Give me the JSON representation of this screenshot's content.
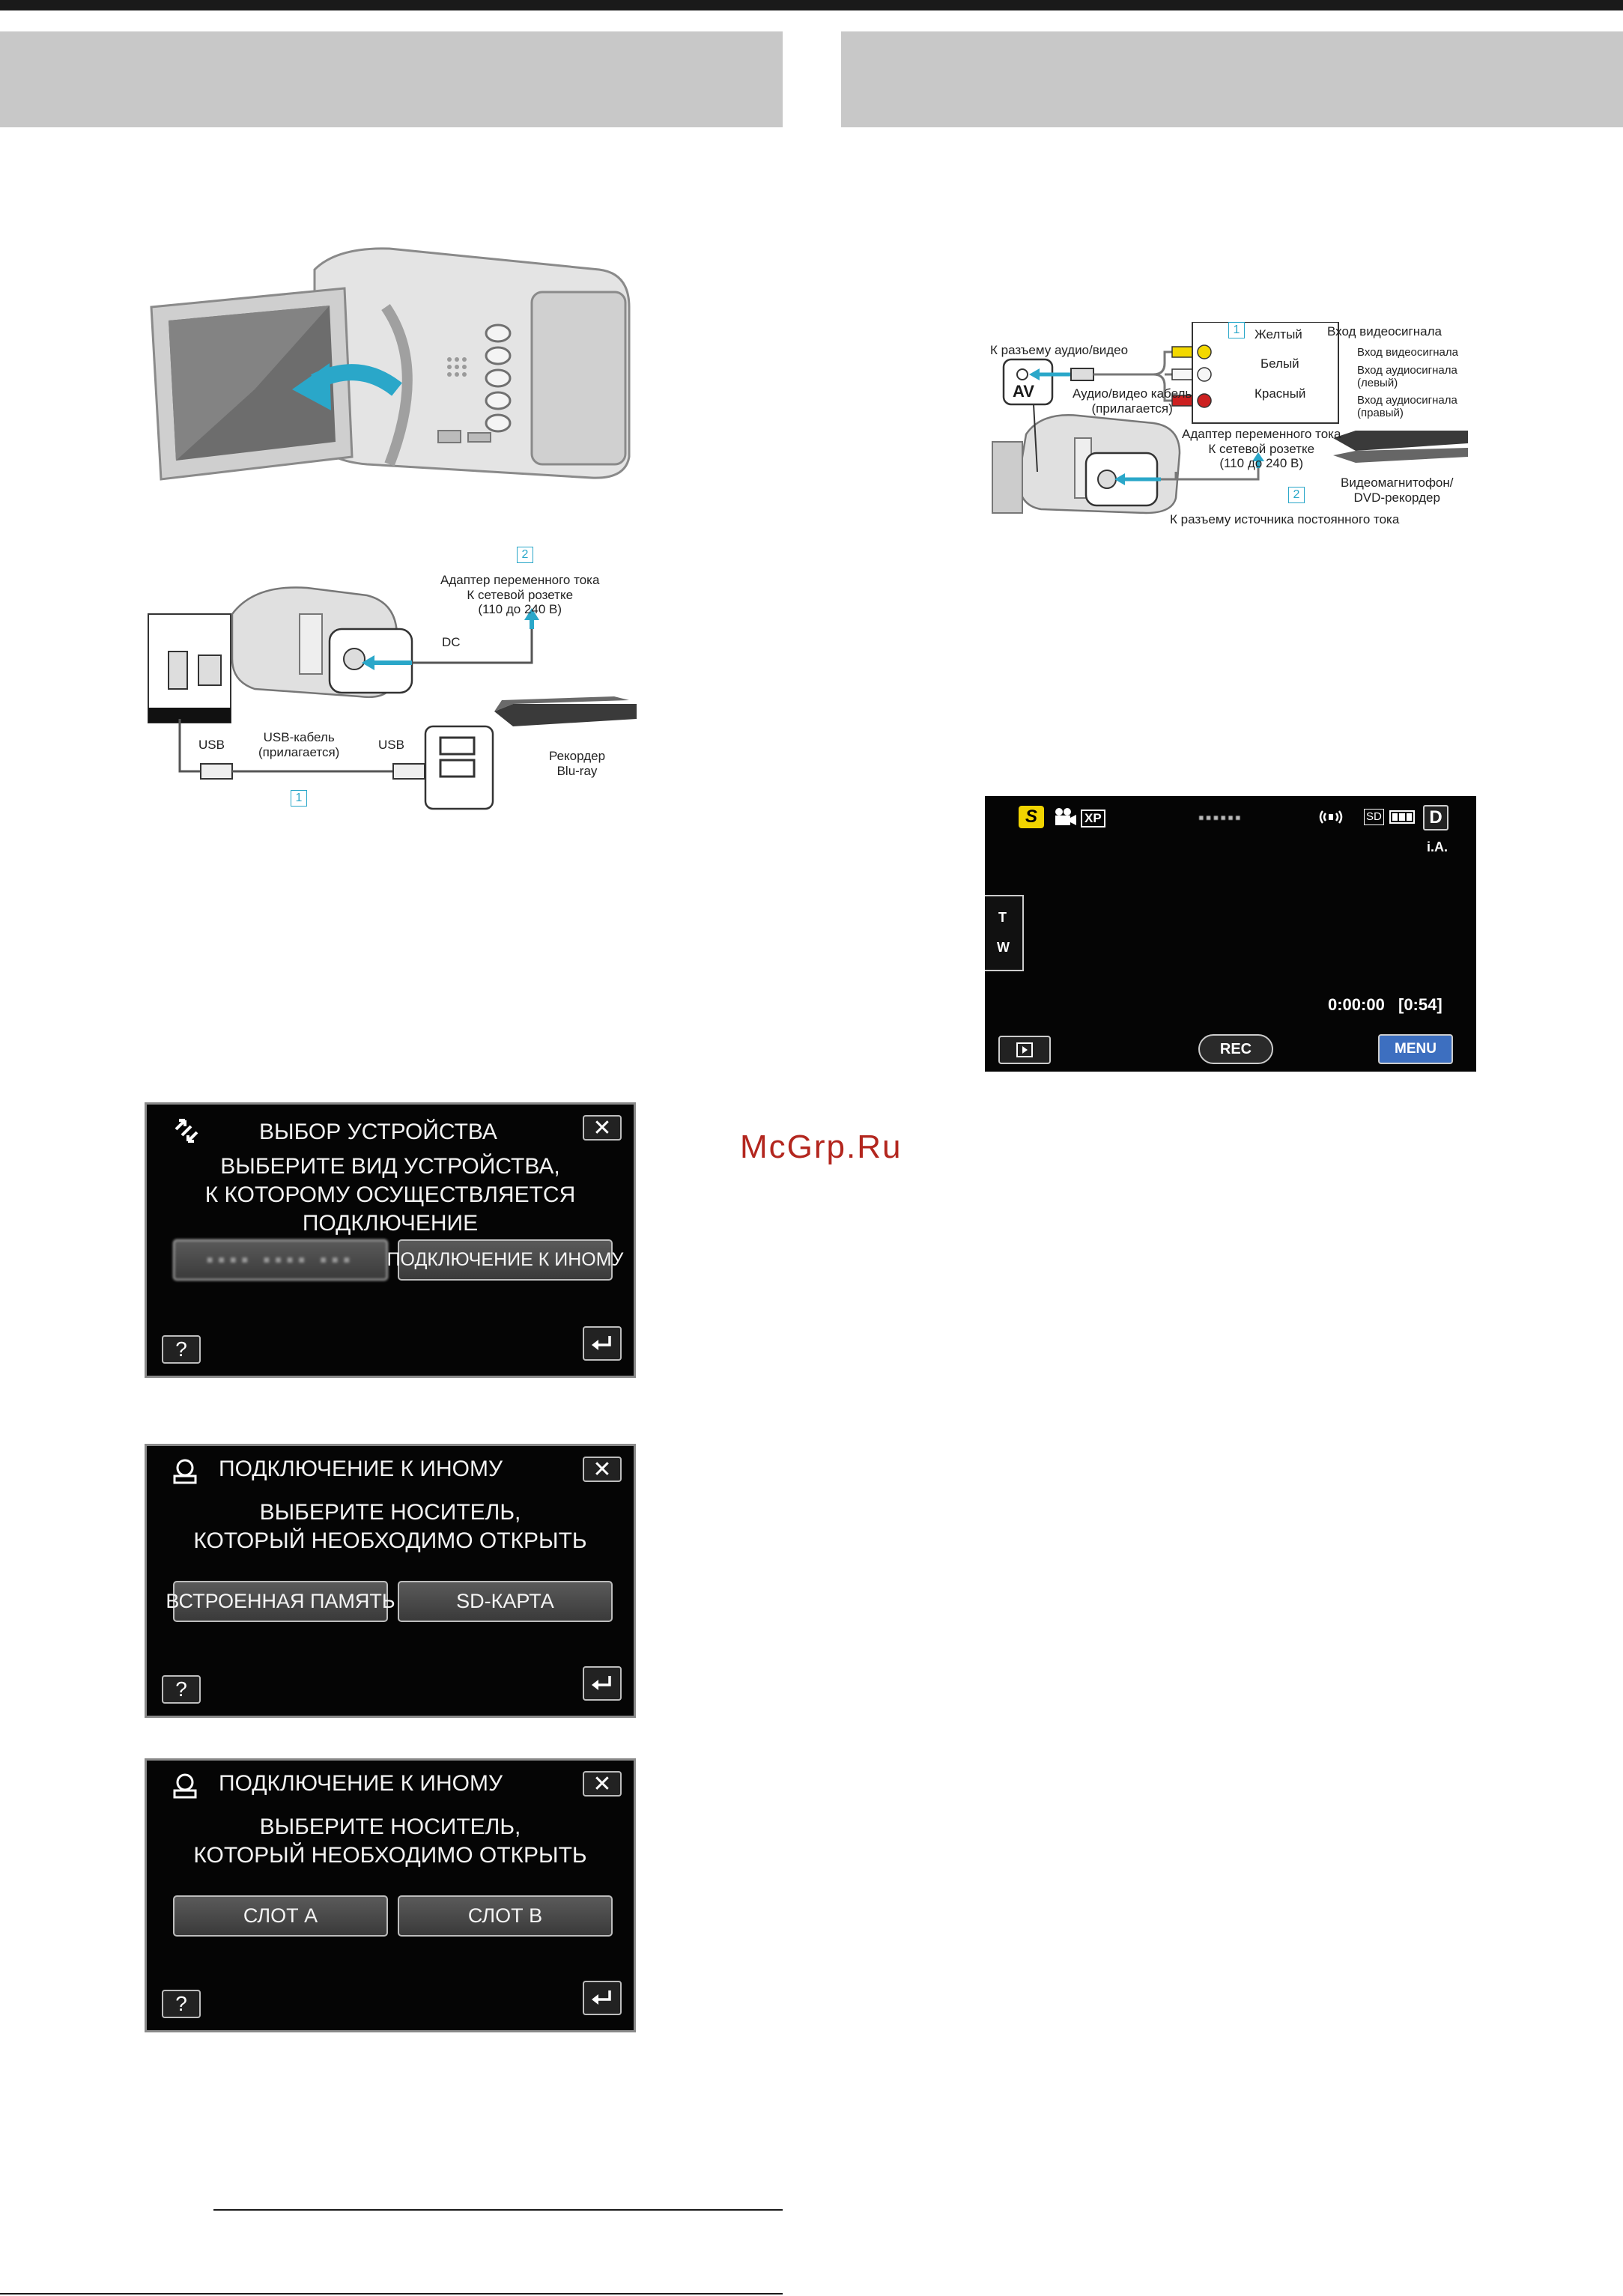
{
  "left_figures": {
    "dc_adapter_box": "2",
    "dc_adapter_label": "Адаптер переменного тока\nК сетевой розетке\n(110 до 240 В)",
    "dc_label": "DC",
    "usb_left": "USB",
    "usb_right": "USB",
    "usb_cable_label": "USB-кабель\n(прилагается)",
    "usb_box": "1",
    "recorder_label": "Рекордер\nBlu-ray"
  },
  "screen_device_select": {
    "title": "ВЫБОР УСТРОЙСТВА",
    "message": "ВЫБЕРИТЕ ВИД УСТРОЙСТВА,\nК КОТОРОМУ ОСУЩЕСТВЛЯЕТСЯ\nПОДКЛЮЧЕНИЕ",
    "button_left": "▪▪▪▪ ▪▪▪▪ ▪▪▪",
    "button_right": "ПОДКЛЮЧЕНИЕ К ИНОМУ",
    "close_label": "✕",
    "help_label": "?"
  },
  "screen_media_select": {
    "title": "ПОДКЛЮЧЕНИЕ К ИНОМУ",
    "message": "ВЫБЕРИТЕ НОСИТЕЛЬ,\nКОТОРЫЙ НЕОБХОДИМО ОТКРЫТЬ",
    "button_left": "ВСТРОЕННАЯ ПАМЯТЬ",
    "button_right": "SD-КАРТА",
    "close_label": "✕",
    "help_label": "?"
  },
  "screen_slot_select": {
    "title": "ПОДКЛЮЧЕНИЕ К ИНОМУ",
    "message": "ВЫБЕРИТЕ НОСИТЕЛЬ,\nКОТОРЫЙ НЕОБХОДИМО ОТКРЫТЬ",
    "button_left": "СЛОТ A",
    "button_right": "СЛОТ B",
    "close_label": "✕",
    "help_label": "?"
  },
  "right_figure": {
    "av_jack_label": "К разъему аудио/видео",
    "av_label": "AV",
    "cable_label": "Аудио/видео кабель\n(прилагается)",
    "box_1": "1",
    "yellow": "Желтый",
    "white": "Белый",
    "red": "Красный",
    "video_input_header": "Вход видеосигнала",
    "video_input": "Вход видеосигнала",
    "audio_left": "Вход аудиосигнала\n(левый)",
    "audio_right": "Вход аудиосигнала\n(правый)",
    "adapter_label": "Адаптер переменного тока\nК сетевой розетке\n(110 до 240 В)",
    "box_2": "2",
    "dc_jack_label": "К разъему источника постоянного тока",
    "recorder_label": "Видеомагнитофон/\nDVD-рекордер"
  },
  "rec_screen": {
    "mode_s": "S",
    "quality": "XP",
    "counter": "▪▪▪▪▪▪",
    "media": "SD",
    "d_label": "D",
    "ia_label": "i.A.",
    "zoom_t": "T",
    "zoom_w": "W",
    "time": "0:00:00",
    "remaining": "[0:54]",
    "rec_button": "REC",
    "menu_button": "MENU",
    "colors": {
      "mode_s_bg": "#f1d400",
      "menu_bg": "#3d6fc0"
    }
  },
  "watermark": "McGrp.Ru"
}
